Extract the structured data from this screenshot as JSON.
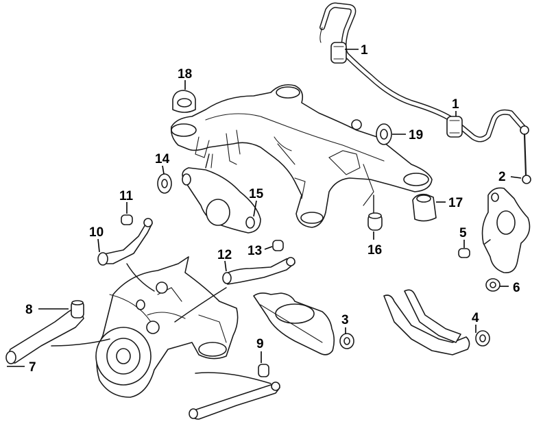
{
  "callouts": [
    {
      "id": "c1a",
      "label": "1",
      "part": "stabilizer-bar"
    },
    {
      "id": "c1b",
      "label": "1",
      "part": "stabilizer-bar"
    },
    {
      "id": "c2",
      "label": "2",
      "part": "stabilizer-link"
    },
    {
      "id": "c3",
      "label": "3",
      "part": "lower-control-arm-bushing"
    },
    {
      "id": "c4",
      "label": "4",
      "part": "trailing-arm-bushing"
    },
    {
      "id": "c5",
      "label": "5",
      "part": "knuckle-bushing"
    },
    {
      "id": "c6",
      "label": "6",
      "part": "knuckle-bushing"
    },
    {
      "id": "c7",
      "label": "7",
      "part": "toe-link"
    },
    {
      "id": "c8",
      "label": "8",
      "part": "toe-link-bushing"
    },
    {
      "id": "c9",
      "label": "9",
      "part": "lateral-link-bushing"
    },
    {
      "id": "c10",
      "label": "10",
      "part": "upper-control-arm"
    },
    {
      "id": "c11",
      "label": "11",
      "part": "upper-arm-bushing"
    },
    {
      "id": "c12",
      "label": "12",
      "part": "upper-control-arm"
    },
    {
      "id": "c13",
      "label": "13",
      "part": "upper-arm-bushing"
    },
    {
      "id": "c14",
      "label": "14",
      "part": "subframe-bushing"
    },
    {
      "id": "c15",
      "label": "15",
      "part": "subframe-bracket"
    },
    {
      "id": "c16",
      "label": "16",
      "part": "subframe-bushing"
    },
    {
      "id": "c17",
      "label": "17",
      "part": "subframe-mount"
    },
    {
      "id": "c18",
      "label": "18",
      "part": "subframe-mount"
    },
    {
      "id": "c19",
      "label": "19",
      "part": "subframe-bushing"
    }
  ]
}
